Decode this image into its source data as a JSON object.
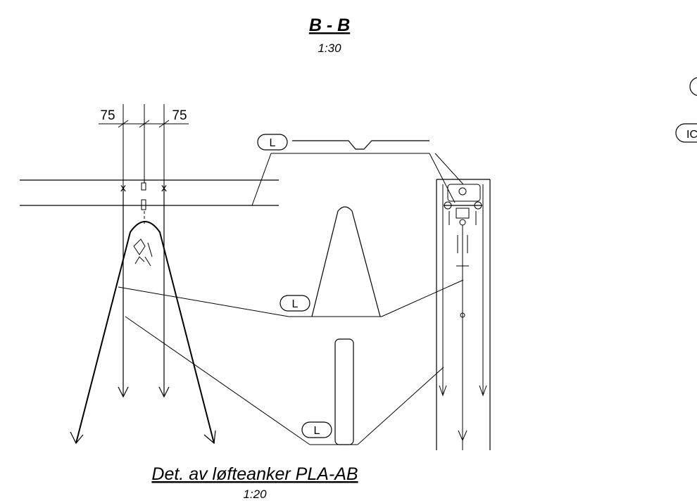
{
  "section": {
    "title": "B - B",
    "scale": "1:30"
  },
  "detail": {
    "title": "Det. av løfteanker PLA-AB",
    "scale": "1:20"
  },
  "dimensions": {
    "left": "75",
    "right": "75"
  },
  "labels": {
    "tag_top": "L",
    "tag_middle": "L",
    "tag_bottom": "L",
    "edge_tag_partial": "IC"
  }
}
